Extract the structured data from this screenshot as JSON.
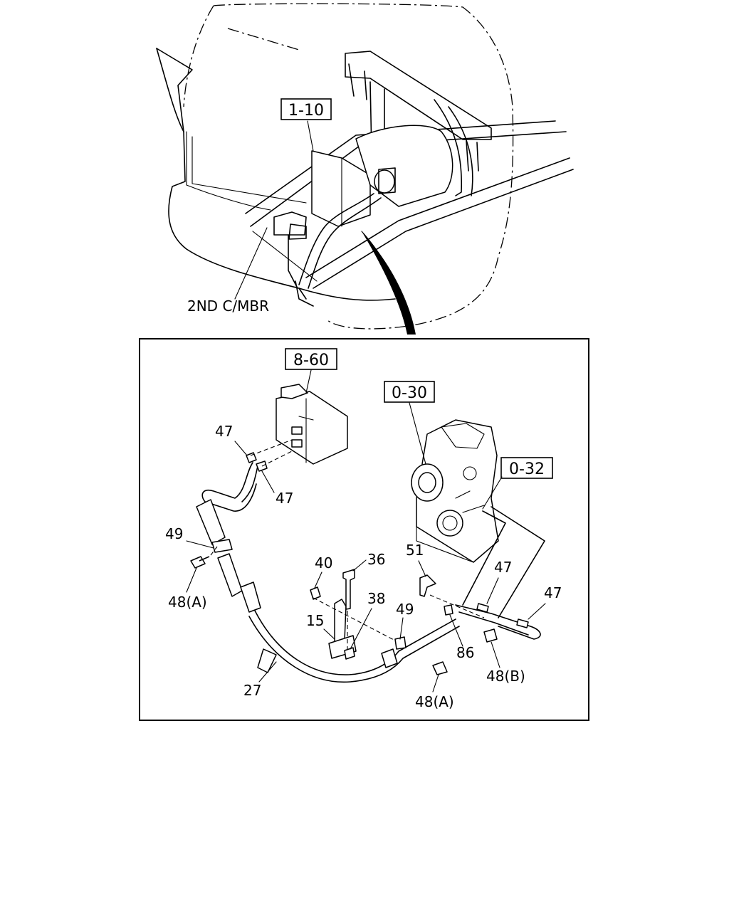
{
  "refs": {
    "r1_10": "1-10",
    "r8_60": "8-60",
    "r0_30": "0-30",
    "r0_32": "0-32"
  },
  "labels": {
    "second_crossmember": "2ND C/MBR",
    "n47_a": "47",
    "n47_b": "47",
    "n47_c": "47",
    "n47_d": "47",
    "n49_a": "49",
    "n49_b": "49",
    "n48a_a": "48(A)",
    "n48a_b": "48(A)",
    "n48b": "48(B)",
    "n40": "40",
    "n36": "36",
    "n38": "38",
    "n15": "15",
    "n27": "27",
    "n51": "51",
    "n86": "86"
  }
}
